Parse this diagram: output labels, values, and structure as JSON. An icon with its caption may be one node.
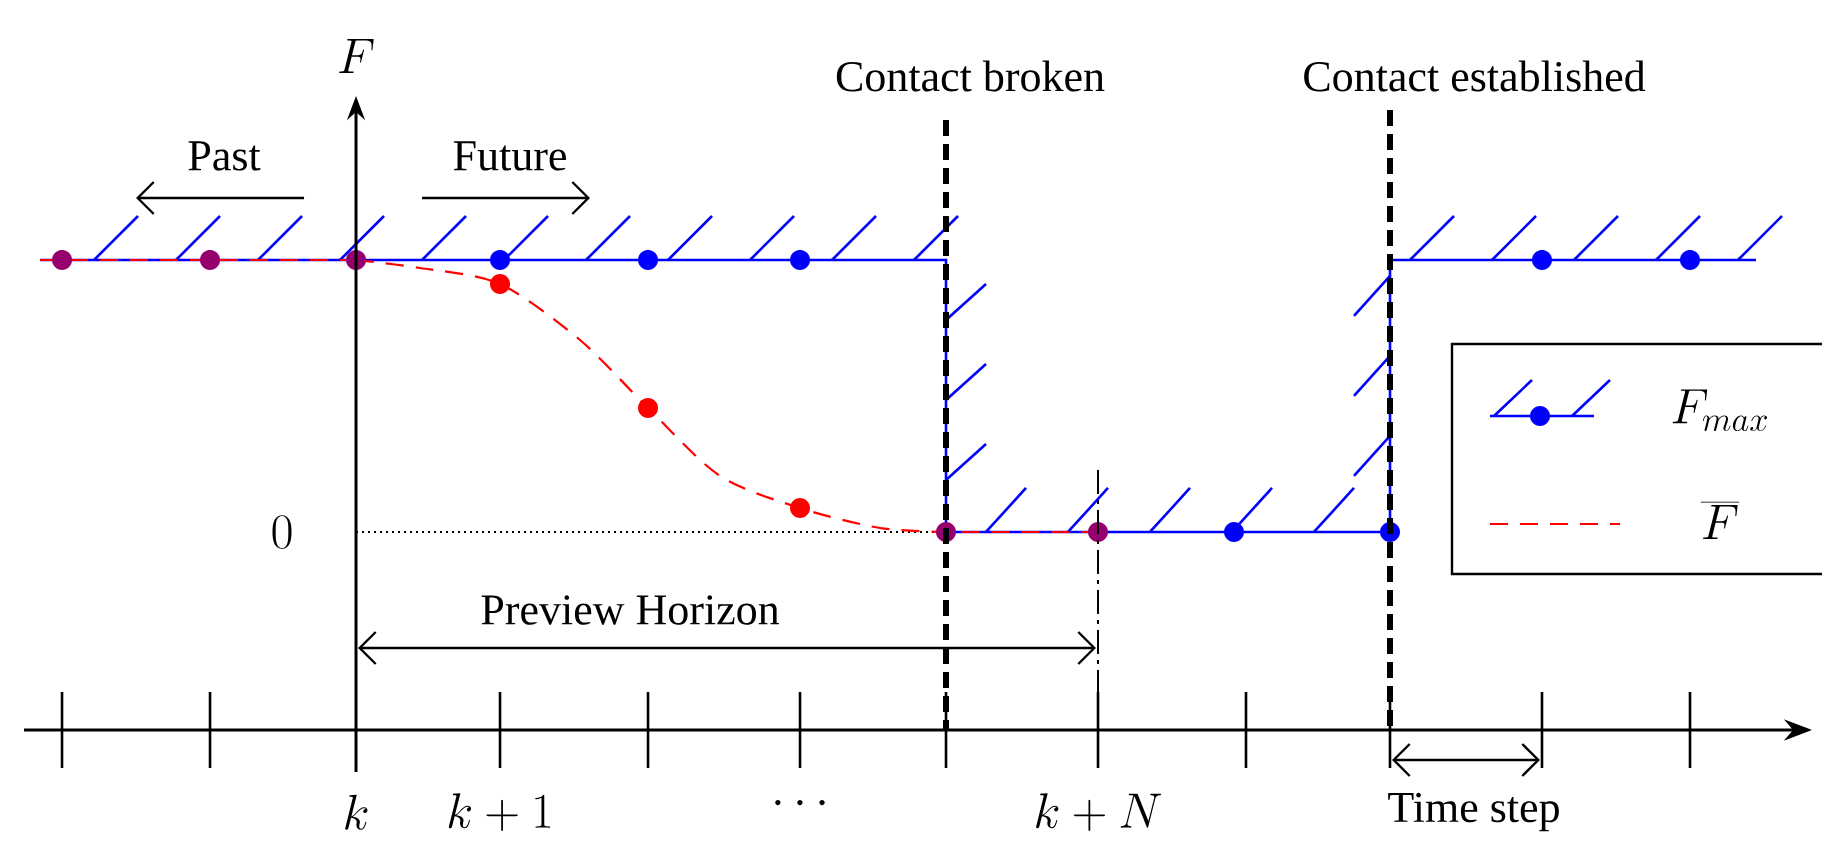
{
  "diagram": {
    "labels": [
      "F",
      "Contact broken",
      "Contact established",
      "Past",
      "Future",
      "0",
      "Preview Horizon",
      "k",
      "k+1",
      "\\cdots",
      "k+N",
      "Time step"
    ],
    "legend": [
      {
        "text": "F_{max}"
      },
      {
        "text": "\\overline{F}"
      }
    ]
  }
}
